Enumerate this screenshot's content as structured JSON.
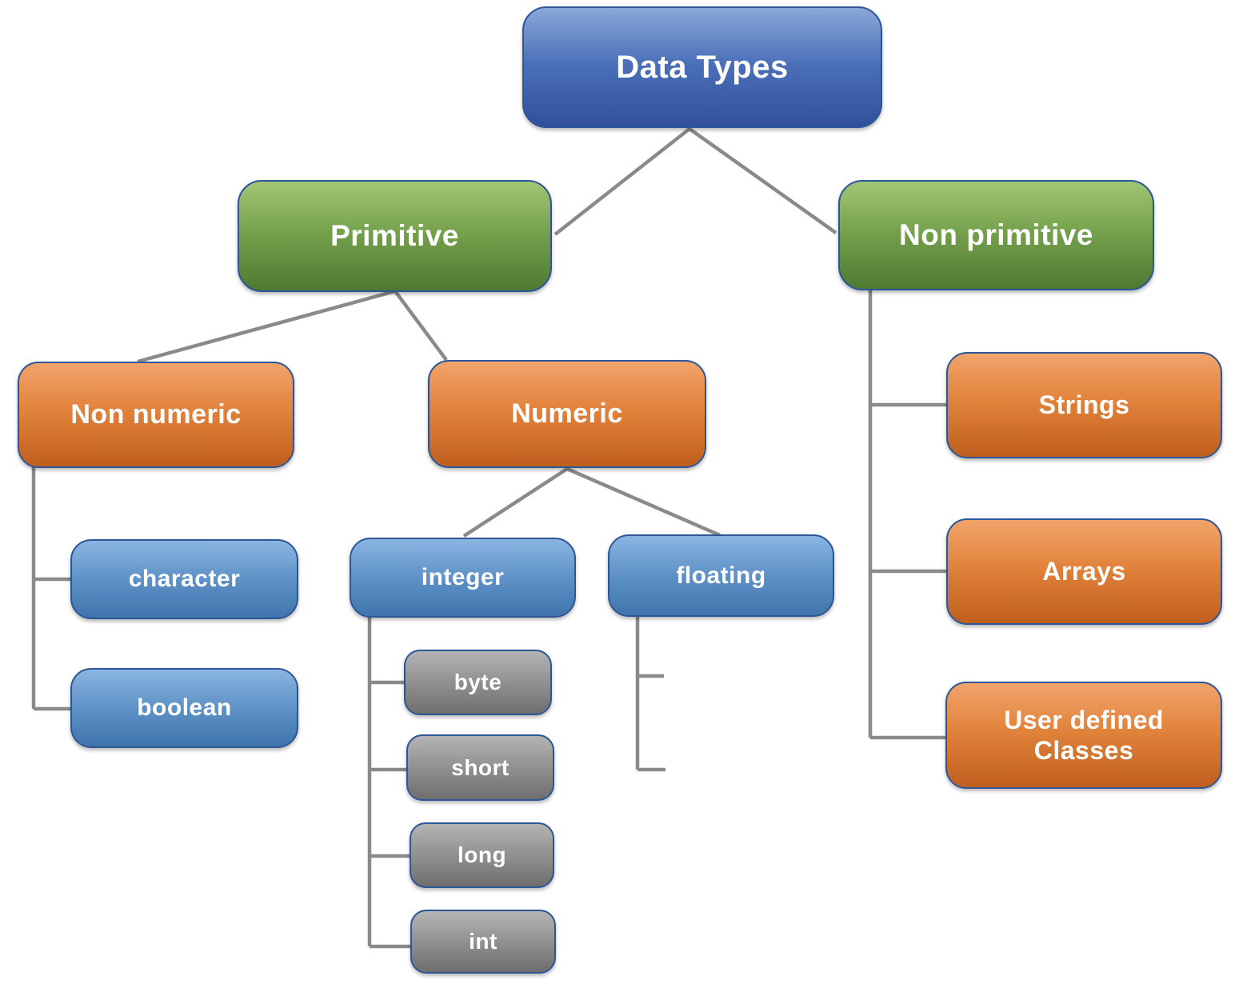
{
  "diagram": {
    "title": "Data Types",
    "type": "hierarchy-tree"
  },
  "colors": {
    "root_top": "#8ba8d8",
    "root_bottom": "#31509a",
    "green_top": "#a2c673",
    "green_bottom": "#4e7932",
    "orange_top": "#f2a46b",
    "orange_bottom": "#bf5e1e",
    "blue_top": "#8ab5e2",
    "blue_bottom": "#3f75ad",
    "gray_top": "#b4b4b4",
    "gray_bottom": "#6e6e6e",
    "border": "#2c5697",
    "connector": "#8a8a8a",
    "text": "#ffffff"
  },
  "nodes": {
    "data_types": {
      "label": "Data Types",
      "parent": null,
      "color": "blue-root"
    },
    "primitive": {
      "label": "Primitive",
      "parent": "data_types",
      "color": "green"
    },
    "non_primitive": {
      "label": "Non primitive",
      "parent": "data_types",
      "color": "green"
    },
    "non_numeric": {
      "label": "Non numeric",
      "parent": "primitive",
      "color": "orange"
    },
    "numeric": {
      "label": "Numeric",
      "parent": "primitive",
      "color": "orange"
    },
    "character": {
      "label": "character",
      "parent": "non_numeric",
      "color": "blue"
    },
    "boolean": {
      "label": "boolean",
      "parent": "non_numeric",
      "color": "blue"
    },
    "integer": {
      "label": "integer",
      "parent": "numeric",
      "color": "blue"
    },
    "floating": {
      "label": "floating",
      "parent": "numeric",
      "color": "blue"
    },
    "byte": {
      "label": "byte",
      "parent": "integer",
      "color": "gray"
    },
    "short": {
      "label": "short",
      "parent": "integer",
      "color": "gray"
    },
    "long": {
      "label": "long",
      "parent": "integer",
      "color": "gray"
    },
    "int": {
      "label": "int",
      "parent": "integer",
      "color": "gray"
    },
    "strings": {
      "label": "Strings",
      "parent": "non_primitive",
      "color": "orange"
    },
    "arrays": {
      "label": "Arrays",
      "parent": "non_primitive",
      "color": "orange"
    },
    "user_defined": {
      "label": "User defined Classes",
      "parent": "non_primitive",
      "color": "orange"
    }
  }
}
